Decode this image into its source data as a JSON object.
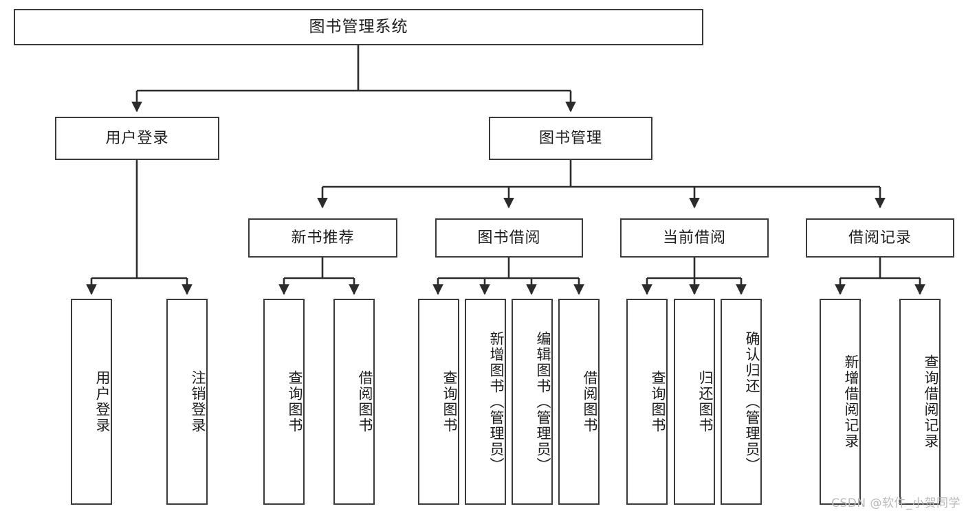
{
  "diagram": {
    "title": "图书管理系统",
    "type": "tree-hierarchy-diagram",
    "colors": {
      "box_border": "#3b3b3b",
      "box_fill": "#ffffff",
      "connector": "#2b2b2b",
      "text": "#1d1d1d",
      "watermark": "#b9b9b9",
      "background": "#ffffff"
    },
    "root": {
      "label": "图书管理系统"
    },
    "level2": [
      {
        "label": "用户登录"
      },
      {
        "label": "图书管理"
      }
    ],
    "level3": [
      {
        "label": "新书推荐"
      },
      {
        "label": "图书借阅"
      },
      {
        "label": "当前借阅"
      },
      {
        "label": "借阅记录"
      }
    ],
    "leaves": {
      "user_login": [
        {
          "label": "用户登录"
        },
        {
          "label": "注销登录"
        }
      ],
      "new_book_recommend": [
        {
          "label": "查询图书"
        },
        {
          "label": "借阅图书"
        }
      ],
      "book_borrow": [
        {
          "label": "查询图书"
        },
        {
          "label": "新增图书（管理员）"
        },
        {
          "label": "编辑图书（管理员）"
        },
        {
          "label": "借阅图书"
        }
      ],
      "current_borrow": [
        {
          "label": "查询图书"
        },
        {
          "label": "归还图书"
        },
        {
          "label": "确认归还（管理员）"
        }
      ],
      "borrow_record": [
        {
          "label": "新增借阅记录"
        },
        {
          "label": "查询借阅记录"
        }
      ]
    },
    "watermark": "CSDN @软件_小贺同学"
  }
}
